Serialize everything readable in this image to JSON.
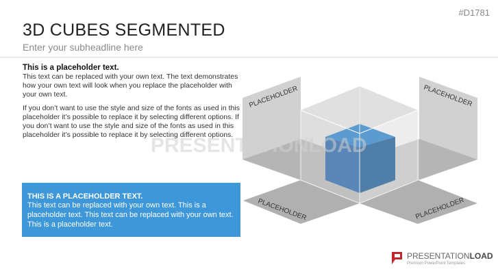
{
  "slide": {
    "code": "#D1781",
    "title": "3D CUBES SEGMENTED",
    "subtitle": "Enter your subheadline here"
  },
  "text": {
    "heading": "This is a placeholder text.",
    "p1": "This text can be replaced with your own text. The text demonstrates how your own text will look when you replace the placeholder with your own text.",
    "p2": "If you don’t want to use the style and size of the fonts as used in this placeholder it’s possible to replace it by selecting different options. If you don’t want to use the style and size of the fonts as used in this placeholder it’s possible to replace it by selecting different options."
  },
  "box": {
    "heading": "THIS IS A PLACEHOLDER TEXT.",
    "body": "This text can be replaced with your own text. This is a placeholder text. This text can be replaced with your own text. This is a placeholder text.",
    "color": "#3d97d9"
  },
  "diagram": {
    "labels": [
      "PLACEHOLDER",
      "PLACEHOLDER",
      "PLACEHOLDER",
      "PLACEHOLDER"
    ],
    "cube_color": "#4a86c0"
  },
  "logo": {
    "name_light": "PRESENTATION",
    "name_bold": "LOAD",
    "tagline": "Premium PowerPoint Templates",
    "watermark": "PRESENTATIONLOAD"
  }
}
